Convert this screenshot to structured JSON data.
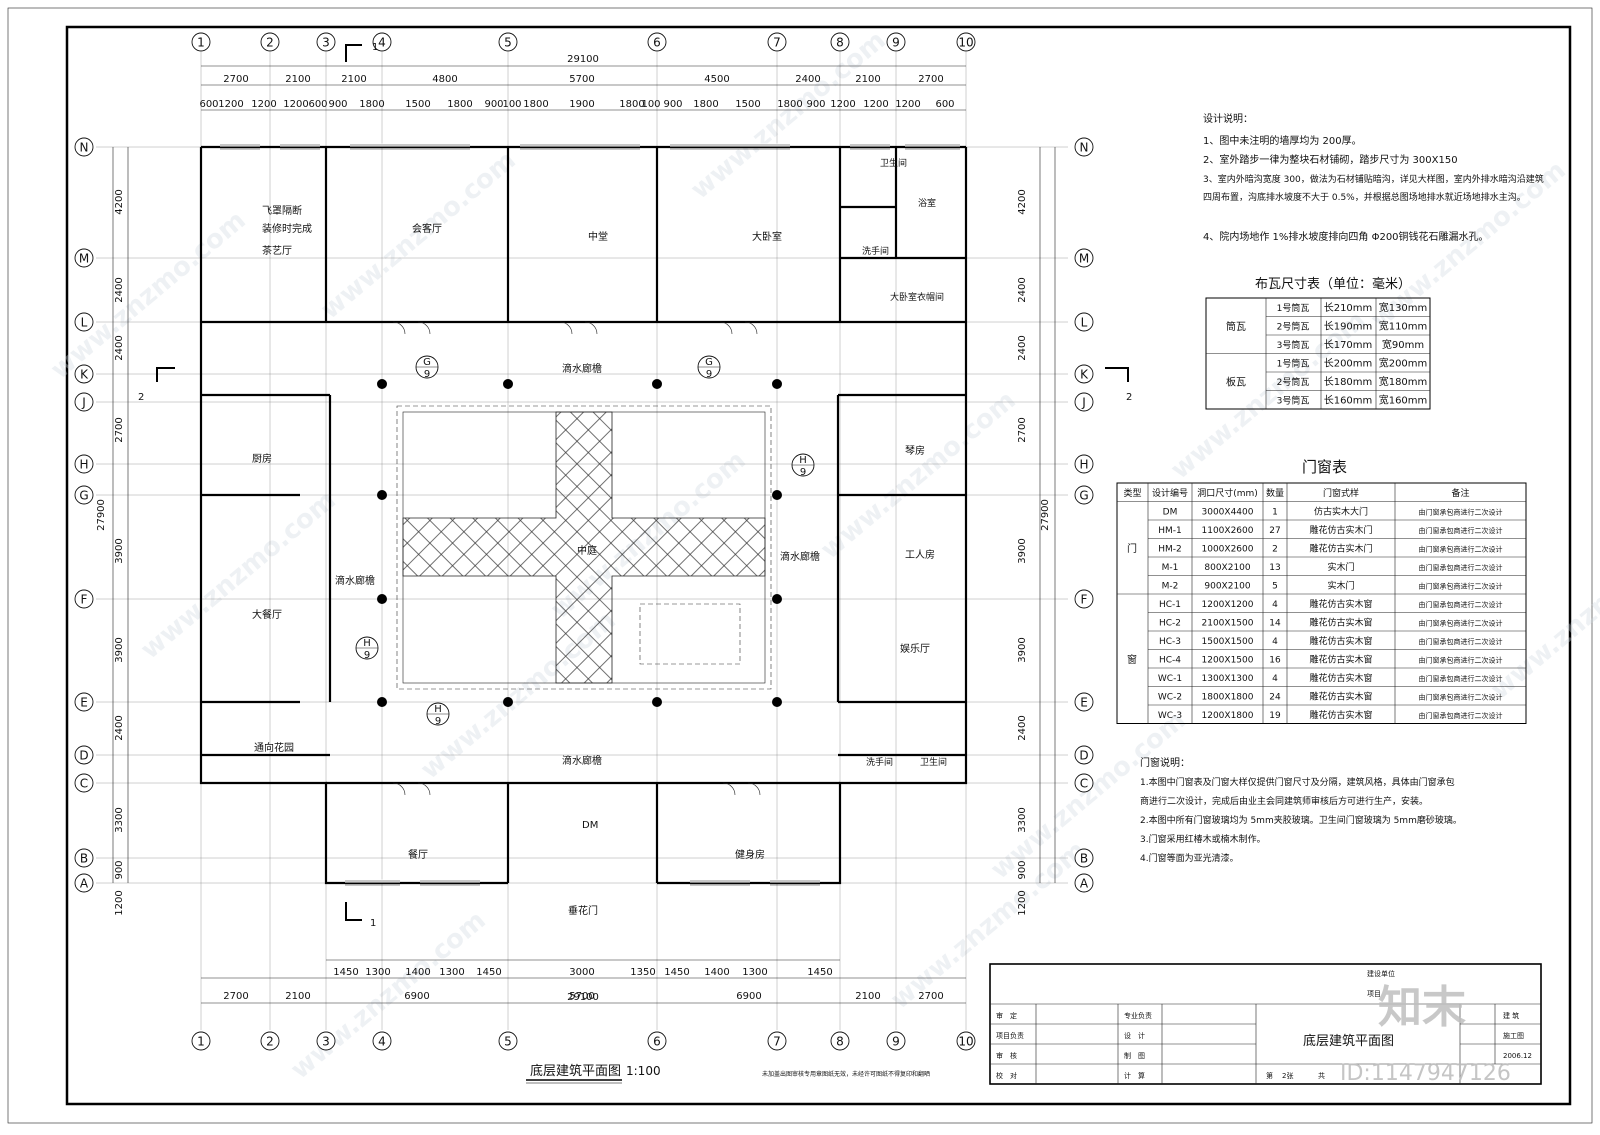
{
  "title": "底层建筑平面图",
  "scale": "1:100",
  "axes": {
    "cols": [
      "1",
      "2",
      "3",
      "4",
      "5",
      "6",
      "7",
      "8",
      "9",
      "10"
    ],
    "rows": [
      "N",
      "M",
      "L",
      "K",
      "J",
      "H",
      "G",
      "F",
      "E",
      "D",
      "C",
      "B",
      "A"
    ]
  },
  "dims": {
    "overall_width": "29100",
    "overall_depth": "27900",
    "top_row": [
      "2700",
      "2100",
      "2100",
      "4800",
      "5700",
      "4500",
      "2400",
      "2100",
      "2700"
    ],
    "top_detail": [
      "600",
      "1200",
      "1200",
      "1200",
      "600",
      "900",
      "1800",
      "1500",
      "1800",
      "900",
      "100",
      "1800",
      "1900",
      "1800",
      "100",
      "900",
      "1800",
      "1500",
      "1800",
      "900",
      "1200",
      "1200",
      "1200",
      "600"
    ],
    "bottom_row": [
      "2700",
      "2100",
      "6900",
      "5700",
      "6900",
      "2100",
      "2700"
    ],
    "bottom_detail": [
      "1450",
      "1300",
      "1400",
      "1300",
      "1450",
      "3000",
      "1350",
      "1450",
      "1400",
      "1300",
      "1450"
    ],
    "left_outer": [
      "4200",
      "2400",
      "2400",
      "2700",
      "3900",
      "3900",
      "2400",
      "3300",
      "900",
      "1200"
    ]
  },
  "rooms": {
    "tea": "茶艺厅",
    "tea_note1": "飞罩隔断",
    "tea_note2": "装修时完成",
    "reception": "会客厅",
    "center": "中堂",
    "master": "大卧室",
    "bath1": "卫生间",
    "bath_room": "浴室",
    "wash1": "洗手间",
    "closet": "大卧室衣帽间",
    "kitchen": "厨房",
    "dining_big": "大餐厅",
    "garden_pass": "通向花园",
    "piano": "琴房",
    "workers": "工人房",
    "ent": "娱乐厅",
    "wash2": "洗手间",
    "bath2": "卫生间",
    "dining": "餐厅",
    "gym": "健身房",
    "courtyard": "中庭",
    "eave1": "滴水廊檐",
    "eave2": "滴水廊檐",
    "eave3": "滴水廊檐",
    "eave4": "滴水廊檐",
    "garden_gate": "垂花门",
    "main_door": "DM"
  },
  "notes": {
    "header": "设计说明：",
    "items": [
      "1、图中未注明的墙厚均为 200厚。",
      "2、室外踏步一律为整块石材铺砌，踏步尺寸为 300X150",
      "3、室内外暗沟宽度 300，做法为石材铺贴暗沟，详见大样图，室内外排水暗沟沿建筑四周布置，沟底排水坡度不大于 0.5%，并根据总图场地排水就近场地排水主沟。",
      "4、院内场地作 1%排水坡度排向四角 Φ200铜钱花石雕漏水孔。"
    ]
  },
  "tile_table": {
    "title": "布瓦尺寸表（单位：毫米）",
    "groups": [
      {
        "name": "筒瓦",
        "rows": [
          [
            "1号筒瓦",
            "长210mm",
            "宽130mm"
          ],
          [
            "2号筒瓦",
            "长190mm",
            "宽110mm"
          ],
          [
            "3号筒瓦",
            "长170mm",
            "宽90mm"
          ]
        ]
      },
      {
        "name": "板瓦",
        "rows": [
          [
            "1号筒瓦",
            "长200mm",
            "宽200mm"
          ],
          [
            "2号筒瓦",
            "长180mm",
            "宽180mm"
          ],
          [
            "3号筒瓦",
            "长160mm",
            "宽160mm"
          ]
        ]
      }
    ]
  },
  "door_table": {
    "title": "门窗表",
    "headers": [
      "类型",
      "设计编号",
      "洞口尺寸(mm)",
      "数量",
      "门窗式样",
      "备注"
    ],
    "group_labels": [
      "门",
      "窗"
    ],
    "rows": [
      [
        "DM",
        "3000X4400",
        "1",
        "仿古实木大门",
        "由门窗承包商进行二次设计"
      ],
      [
        "HM-1",
        "1100X2600",
        "27",
        "雕花仿古实木门",
        "由门窗承包商进行二次设计"
      ],
      [
        "HM-2",
        "1000X2600",
        "2",
        "雕花仿古实木门",
        "由门窗承包商进行二次设计"
      ],
      [
        "M-1",
        "800X2100",
        "13",
        "实木门",
        "由门窗承包商进行二次设计"
      ],
      [
        "M-2",
        "900X2100",
        "5",
        "实木门",
        "由门窗承包商进行二次设计"
      ],
      [
        "HC-1",
        "1200X1200",
        "4",
        "雕花仿古实木窗",
        "由门窗承包商进行二次设计"
      ],
      [
        "HC-2",
        "2100X1500",
        "14",
        "雕花仿古实木窗",
        "由门窗承包商进行二次设计"
      ],
      [
        "HC-3",
        "1500X1500",
        "4",
        "雕花仿古实木窗",
        "由门窗承包商进行二次设计"
      ],
      [
        "HC-4",
        "1200X1500",
        "16",
        "雕花仿古实木窗",
        "由门窗承包商进行二次设计"
      ],
      [
        "WC-1",
        "1300X1300",
        "4",
        "雕花仿古实木窗",
        "由门窗承包商进行二次设计"
      ],
      [
        "WC-2",
        "1800X1800",
        "24",
        "雕花仿古实木窗",
        "由门窗承包商进行二次设计"
      ],
      [
        "WC-3",
        "1200X1800",
        "19",
        "雕花仿古实木窗",
        "由门窗承包商进行二次设计"
      ]
    ]
  },
  "door_notes": {
    "header": "门窗说明：",
    "items": [
      "1.本图中门窗表及门窗大样仅提供门窗尺寸及分隔，建筑风格，具体由门窗承包",
      "商进行二次设计，完成后由业主会同建筑师审核后方可进行生产，安装。",
      "2.本图中所有门窗玻璃均为 5mm夹胶玻璃。卫生间门窗玻璃为 5mm磨砂玻璃。",
      "3.门窗采用红椿木或楠木制作。",
      "4.门窗等面为亚光清漆。"
    ]
  },
  "title_block": {
    "unit_label": "建设单位",
    "project_label": "项目",
    "drawing_name": "底层建筑平面图",
    "left_labels": [
      "审　定",
      "项目负责",
      "审　核",
      "校　对"
    ],
    "mid_labels": [
      "专业负责",
      "设　计",
      "制　图",
      "计　算"
    ],
    "discipline": "建 筑",
    "stage": "施工图",
    "date": "2006.12",
    "sheet_no_label": "第",
    "sheet_no": "2张",
    "total_label": "共",
    "bottom_note": "未加盖出图审核专用章图纸无效，未经许可图纸不得复印和翻晒"
  },
  "watermark": {
    "brand": "知末",
    "id": "ID:1147947126",
    "site": "www.znzmo.com"
  },
  "section_marks": {
    "top": "1",
    "bottom": "1",
    "right": "2",
    "left": "2"
  },
  "grid_marks": [
    "G\n9",
    "G\n9",
    "H\n9",
    "H\n9",
    "H\n9"
  ]
}
